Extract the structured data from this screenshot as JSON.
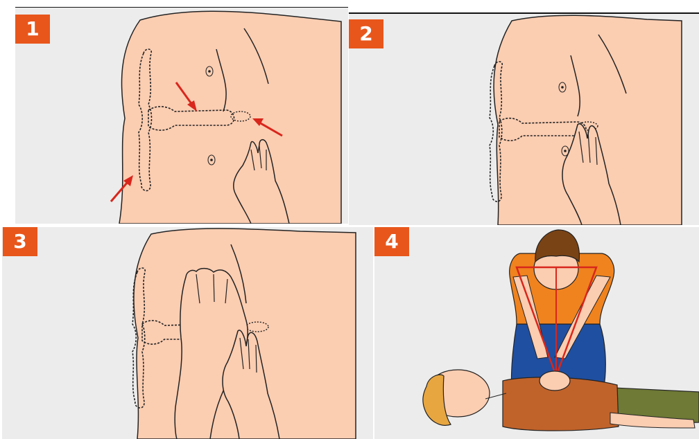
{
  "steps": [
    {
      "number": "1"
    },
    {
      "number": "2"
    },
    {
      "number": "3"
    },
    {
      "number": "4"
    }
  ],
  "colors": {
    "badge": "#e8561b",
    "skin": "#fbcdb1",
    "panel_bg": "#ececec",
    "arrow": "#d9261c",
    "shirt_rescuer": "#f0831e",
    "jeans": "#1f4fa0",
    "hair_rescuer": "#7a4315",
    "shirt_victim": "#c0632b",
    "pants_victim": "#6e7a35",
    "hair_victim": "#e7a640"
  },
  "icons": [
    "chest-outline",
    "rib-cage-outline",
    "hand-icon",
    "arrow-icon",
    "rescuer-figure",
    "victim-figure"
  ]
}
